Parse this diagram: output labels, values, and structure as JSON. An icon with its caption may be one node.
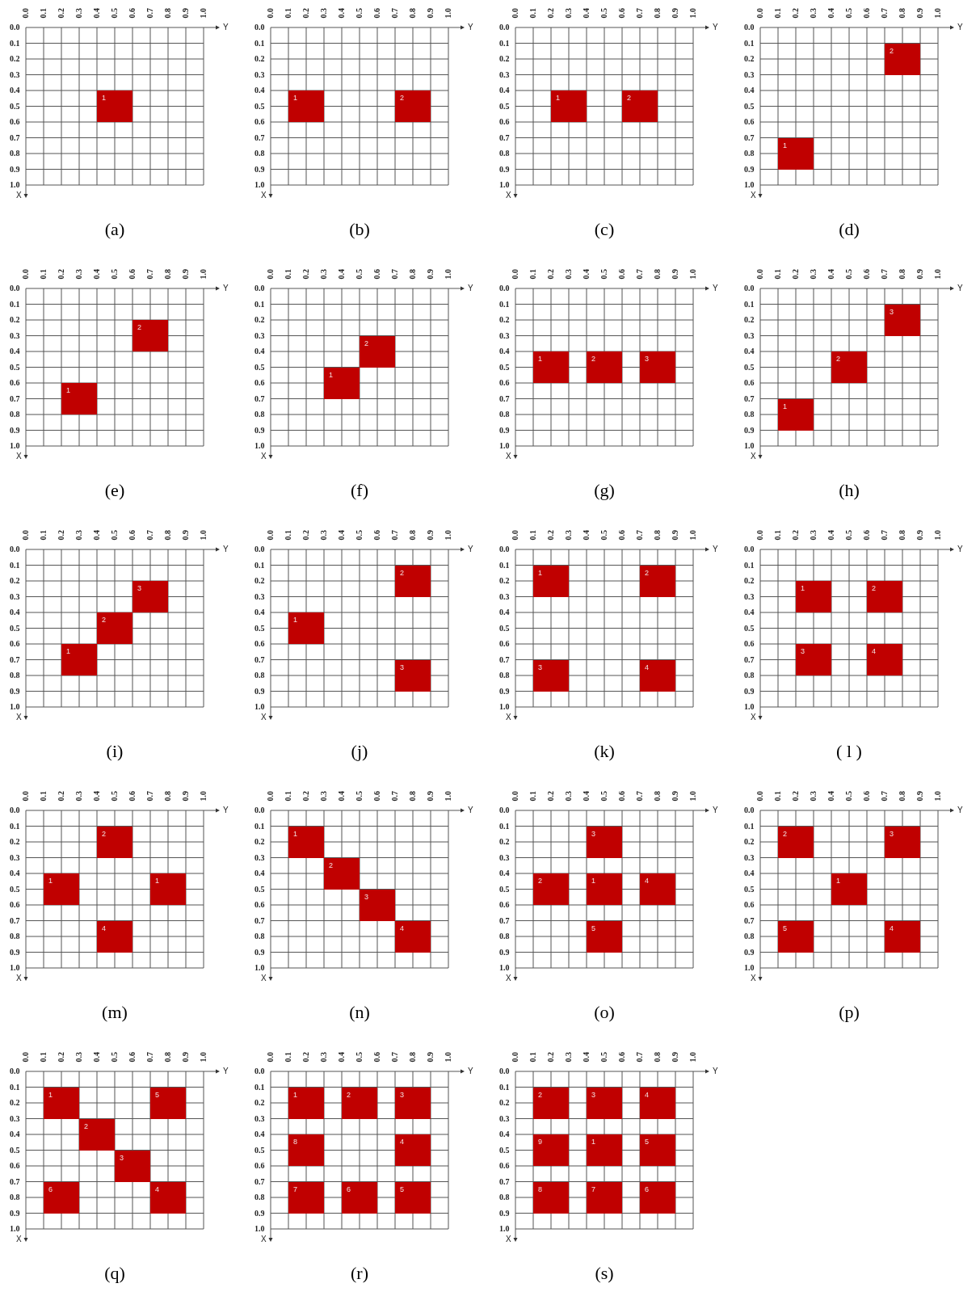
{
  "diagram": {
    "nodes": [
      {
        "text": [
          "(a)"
        ]
      },
      {
        "text": [
          "1"
        ],
        "in": 0
      },
      {
        "text": [
          "(b)"
        ]
      },
      {
        "text": [
          "1"
        ],
        "in": 2
      },
      {
        "text": [
          "2"
        ],
        "in": 2
      },
      {
        "text": [
          "(c)"
        ]
      },
      {
        "text": [
          "1"
        ],
        "in": 5
      },
      {
        "text": [
          "2"
        ],
        "in": 5
      },
      {
        "text": [
          "(d)"
        ]
      },
      {
        "text": [
          "2"
        ],
        "in": 8
      },
      {
        "text": [
          "1"
        ],
        "in": 8
      },
      {
        "text": [
          "(e)"
        ]
      },
      {
        "text": [
          "2"
        ],
        "in": 11
      },
      {
        "text": [
          "1"
        ],
        "in": 11
      },
      {
        "text": [
          "(f)"
        ]
      },
      {
        "text": [
          "2"
        ],
        "in": 14
      },
      {
        "text": [
          "1"
        ],
        "in": 14
      },
      {
        "text": [
          "(g)"
        ]
      },
      {
        "text": [
          "1"
        ],
        "in": 17
      },
      {
        "text": [
          "2"
        ],
        "in": 17
      },
      {
        "text": [
          "3"
        ],
        "in": 17
      },
      {
        "text": [
          "(h)"
        ]
      },
      {
        "text": [
          "3"
        ],
        "in": 21
      },
      {
        "text": [
          "2"
        ],
        "in": 21
      },
      {
        "text": [
          "1"
        ],
        "in": 21
      },
      {
        "text": [
          "(i)"
        ]
      },
      {
        "text": [
          "3"
        ],
        "in": 25
      },
      {
        "text": [
          "2"
        ],
        "in": 25
      },
      {
        "text": [
          "1"
        ],
        "in": 25
      },
      {
        "text": [
          "(j)"
        ]
      },
      {
        "text": [
          "2"
        ],
        "in": 29
      },
      {
        "text": [
          "1"
        ],
        "in": 29
      },
      {
        "text": [
          "3"
        ],
        "in": 29
      },
      {
        "text": [
          "(k)"
        ]
      },
      {
        "text": [
          "1"
        ],
        "in": 33
      },
      {
        "text": [
          "2"
        ],
        "in": 33
      },
      {
        "text": [
          "3"
        ],
        "in": 33
      },
      {
        "text": [
          "4"
        ],
        "in": 33
      },
      {
        "text": [
          "( l )"
        ]
      },
      {
        "text": [
          "1"
        ],
        "in": 38
      },
      {
        "text": [
          "2"
        ],
        "in": 38
      },
      {
        "text": [
          "3"
        ],
        "in": 38
      },
      {
        "text": [
          "4"
        ],
        "in": 38
      },
      {
        "text": [
          "(m)"
        ]
      },
      {
        "text": [
          "2"
        ],
        "in": 43
      },
      {
        "text": [
          "1"
        ],
        "in": 43
      },
      {
        "text": [
          "1"
        ],
        "in": 43
      },
      {
        "text": [
          "4"
        ],
        "in": 43
      },
      {
        "text": [
          "(n)"
        ]
      },
      {
        "text": [
          "1"
        ],
        "in": 48
      },
      {
        "text": [
          "2"
        ],
        "in": 48
      },
      {
        "text": [
          "3"
        ],
        "in": 48
      },
      {
        "text": [
          "4"
        ],
        "in": 48
      },
      {
        "text": [
          "(o)"
        ]
      },
      {
        "text": [
          "3"
        ],
        "in": 53
      },
      {
        "text": [
          "2"
        ],
        "in": 53
      },
      {
        "text": [
          "1"
        ],
        "in": 53
      },
      {
        "text": [
          "4"
        ],
        "in": 53
      },
      {
        "text": [
          "5"
        ],
        "in": 53
      },
      {
        "text": [
          "(p)"
        ]
      },
      {
        "text": [
          "2"
        ],
        "in": 59
      },
      {
        "text": [
          "3"
        ],
        "in": 59
      },
      {
        "text": [
          "1"
        ],
        "in": 59
      },
      {
        "text": [
          "5"
        ],
        "in": 59
      },
      {
        "text": [
          "4"
        ],
        "in": 59
      },
      {
        "text": [
          "(q)"
        ]
      },
      {
        "text": [
          "1"
        ],
        "in": 65
      },
      {
        "text": [
          "5"
        ],
        "in": 65
      },
      {
        "text": [
          "2"
        ],
        "in": 65
      },
      {
        "text": [
          "3"
        ],
        "in": 65
      },
      {
        "text": [
          "6"
        ],
        "in": 65
      },
      {
        "text": [
          "4"
        ],
        "in": 65
      },
      {
        "text": [
          "(r)"
        ]
      },
      {
        "text": [
          "1"
        ],
        "in": 72
      },
      {
        "text": [
          "2"
        ],
        "in": 72
      },
      {
        "text": [
          "3"
        ],
        "in": 72
      },
      {
        "text": [
          "8"
        ],
        "in": 72
      },
      {
        "text": [
          "4"
        ],
        "in": 72
      },
      {
        "text": [
          "7"
        ],
        "in": 72
      },
      {
        "text": [
          "6"
        ],
        "in": 72
      },
      {
        "text": [
          "5"
        ],
        "in": 72
      },
      {
        "text": [
          "(s)"
        ]
      },
      {
        "text": [
          "2"
        ],
        "in": 81
      },
      {
        "text": [
          "3"
        ],
        "in": 81
      },
      {
        "text": [
          "4"
        ],
        "in": 81
      },
      {
        "text": [
          "9"
        ],
        "in": 81
      },
      {
        "text": [
          "1"
        ],
        "in": 81
      },
      {
        "text": [
          "5"
        ],
        "in": 81
      },
      {
        "text": [
          "8"
        ],
        "in": 81
      },
      {
        "text": [
          "7"
        ],
        "in": 81
      },
      {
        "text": [
          "6"
        ],
        "in": 81
      }
    ],
    "labels": [
      "0.0",
      "0.1",
      "0.2",
      "0.3",
      "0.4",
      "0.5",
      "0.6",
      "0.7",
      "0.8",
      "0.9",
      "1.0",
      "0.0",
      "Y",
      "0.1",
      "0.2",
      "0.3",
      "0.4",
      "0.5",
      "0.6",
      "0.7",
      "0.8",
      "0.9",
      "1.0",
      "X",
      "0.0",
      "0.1",
      "0.2",
      "0.3",
      "0.4",
      "0.5",
      "0.6",
      "0.7",
      "0.8",
      "0.9",
      "1.0",
      "0.0",
      "Y",
      "0.1",
      "0.2",
      "0.3",
      "0.4",
      "0.5",
      "0.6",
      "0.7",
      "0.8",
      "0.9",
      "1.0",
      "X",
      "0.0",
      "0.1",
      "0.2",
      "0.3",
      "0.4",
      "0.5",
      "0.6",
      "0.7",
      "0.8",
      "0.9",
      "1.0",
      "0.0",
      "Y",
      "0.1",
      "0.2",
      "0.3",
      "0.4",
      "0.5",
      "0.6",
      "0.7",
      "0.8",
      "0.9",
      "1.0",
      "X",
      "0.0",
      "0.1",
      "0.2",
      "0.3",
      "0.4",
      "0.5",
      "0.6",
      "0.7",
      "0.8",
      "0.9",
      "1.0",
      "0.0",
      "Y",
      "0.1",
      "0.2",
      "0.3",
      "0.4",
      "0.5",
      "0.6",
      "0.7",
      "0.8",
      "0.9",
      "1.0",
      "X",
      "0.0",
      "0.1",
      "0.2",
      "0.3",
      "0.4",
      "0.5",
      "0.6",
      "0.7",
      "0.8",
      "0.9",
      "1.0",
      "0.0",
      "Y",
      "0.1",
      "0.2",
      "0.3",
      "0.4",
      "0.5",
      "0.6",
      "0.7",
      "0.8",
      "0.9",
      "1.0",
      "X",
      "0.0",
      "0.1",
      "0.2",
      "0.3",
      "0.4",
      "0.5",
      "0.6",
      "0.7",
      "0.8",
      "0.9",
      "1.0",
      "0.0",
      "Y",
      "0.1",
      "0.2",
      "0.3",
      "0.4",
      "0.5",
      "0.6",
      "0.7",
      "0.8",
      "0.9",
      "1.0",
      "X",
      "0.0",
      "0.1",
      "0.2",
      "0.3",
      "0.4",
      "0.5",
      "0.6",
      "0.7",
      "0.8",
      "0.9",
      "1.0",
      "0.0",
      "Y",
      "0.1",
      "0.2",
      "0.3",
      "0.4",
      "0.5",
      "0.6",
      "0.7",
      "0.8",
      "0.9",
      "1.0",
      "X",
      "0.0",
      "0.1",
      "0.2",
      "0.3",
      "0.4",
      "0.5",
      "0.6",
      "0.7",
      "0.8",
      "0.9",
      "1.0",
      "0.0",
      "Y",
      "0.1",
      "0.2",
      "0.3",
      "0.4",
      "0.5",
      "0.6",
      "0.7",
      "0.8",
      "0.9",
      "1.0",
      "X",
      "0.0",
      "0.1",
      "0.2",
      "0.3",
      "0.4",
      "0.5",
      "0.6",
      "0.7",
      "0.8",
      "0.9",
      "1.0",
      "0.0",
      "Y",
      "0.1",
      "0.2",
      "0.3",
      "0.4",
      "0.5",
      "0.6",
      "0.7",
      "0.8",
      "0.9",
      "1.0",
      "X",
      "0.0",
      "0.1",
      "0.2",
      "0.3",
      "0.4",
      "0.5",
      "0.6",
      "0.7",
      "0.8",
      "0.9",
      "1.0",
      "0.0",
      "Y",
      "0.1",
      "0.2",
      "0.3",
      "0.4",
      "0.5",
      "0.6",
      "0.7",
      "0.8",
      "0.9",
      "1.0",
      "X",
      "0.0",
      "0.1",
      "0.2",
      "0.3",
      "0.4",
      "0.5",
      "0.6",
      "0.7",
      "0.8",
      "0.9",
      "1.0",
      "0.0",
      "Y",
      "0.1",
      "0.2",
      "0.3",
      "0.4",
      "0.5",
      "0.6",
      "0.7",
      "0.8",
      "0.9",
      "1.0",
      "X",
      "0.0",
      "0.1",
      "0.2",
      "0.3",
      "0.4",
      "0.5",
      "0.6",
      "0.7",
      "0.8",
      "0.9",
      "1.0",
      "0.0",
      "Y",
      "0.1",
      "0.2",
      "0.3",
      "0.4",
      "0.5",
      "0.6",
      "0.7",
      "0.8",
      "0.9",
      "1.0",
      "X",
      "0.0",
      "0.1",
      "0.2",
      "0.3",
      "0.4",
      "0.5",
      "0.6",
      "0.7",
      "0.8",
      "0.9",
      "1.0",
      "0.0",
      "Y",
      "0.1",
      "0.2",
      "0.3",
      "0.4",
      "0.5",
      "0.6",
      "0.7",
      "0.8",
      "0.9",
      "1.0",
      "X",
      "0.0",
      "0.1",
      "0.2",
      "0.3",
      "0.4",
      "0.5",
      "0.6",
      "0.7",
      "0.8",
      "0.9",
      "1.0",
      "0.0",
      "Y",
      "0.1",
      "0.2",
      "0.3",
      "0.4",
      "0.5",
      "0.6",
      "0.7",
      "0.8",
      "0.9",
      "1.0",
      "X",
      "0.0",
      "0.1",
      "0.2",
      "0.3",
      "0.4",
      "0.5",
      "0.6",
      "0.7",
      "0.8",
      "0.9",
      "1.0",
      "0.0",
      "Y",
      "0.1",
      "0.2",
      "0.3",
      "0.4",
      "0.5",
      "0.6",
      "0.7",
      "0.8",
      "0.9",
      "1.0",
      "X",
      "0.0",
      "0.1",
      "0.2",
      "0.3",
      "0.4",
      "0.5",
      "0.6",
      "0.7",
      "0.8",
      "0.9",
      "1.0",
      "0.0",
      "Y",
      "0.1",
      "0.2",
      "0.3",
      "0.4",
      "0.5",
      "0.6",
      "0.7",
      "0.8",
      "0.9",
      "1.0",
      "X",
      "0.0",
      "0.1",
      "0.2",
      "0.3",
      "0.4",
      "0.5",
      "0.6",
      "0.7",
      "0.8",
      "0.9",
      "1.0",
      "0.0",
      "Y",
      "0.1",
      "0.2",
      "0.3",
      "0.4",
      "0.5",
      "0.6",
      "0.7",
      "0.8",
      "0.9",
      "1.0",
      "X",
      "0.0",
      "0.1",
      "0.2",
      "0.3",
      "0.4",
      "0.5",
      "0.6",
      "0.7",
      "0.8",
      "0.9",
      "1.0",
      "0.0",
      "Y",
      "0.1",
      "0.2",
      "0.3",
      "0.4",
      "0.5",
      "0.6",
      "0.7",
      "0.8",
      "0.9",
      "1.0",
      "X",
      "0.0",
      "0.1",
      "0.2",
      "0.3",
      "0.4",
      "0.5",
      "0.6",
      "0.7",
      "0.8",
      "0.9",
      "1.0",
      "0.0",
      "Y",
      "0.1",
      "0.2",
      "0.3",
      "0.4",
      "0.5",
      "0.6",
      "0.7",
      "0.8",
      "0.9",
      "1.0",
      "X"
    ]
  }
}
